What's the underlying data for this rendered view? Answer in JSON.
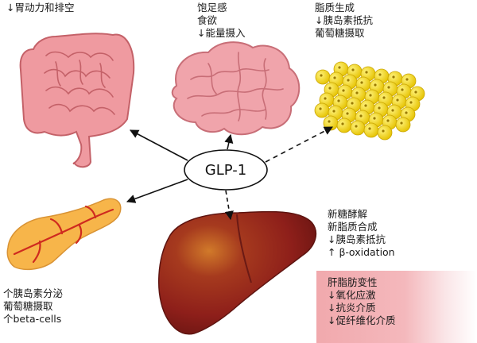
{
  "center": {
    "label": "GLP-1"
  },
  "gut": {
    "lines": [
      "↓胃动力和排空"
    ]
  },
  "brain": {
    "lines": [
      "饱足感",
      "食欲",
      "↓能量摄入"
    ]
  },
  "fat": {
    "lines": [
      "脂质生成",
      "↓胰岛素抵抗",
      "葡萄糖摄取"
    ]
  },
  "pancreas": {
    "lines": [
      "个胰岛素分泌",
      "葡萄糖摄取",
      "个beta-cells"
    ]
  },
  "liver": {
    "lines": [
      "新糖酵解",
      "新脂质合成",
      "↓胰岛素抵抗",
      "↑ β-oxidation"
    ]
  },
  "nafld": {
    "lines": [
      "肝脂肪变性",
      "↓氧化应激",
      "↓抗炎介质",
      "↓促纤维化介质"
    ]
  },
  "colors": {
    "intestine": "#ef9aa0",
    "intestine_line": "#c46168",
    "brain": "#f0a4ab",
    "brain_line": "#c86e77",
    "fat_cell": "#f3d21a",
    "fat_dot": "#9a7a00",
    "pancreas": "#f7b54a",
    "pancreas_vessel": "#cf2a1f",
    "liver": "#8e1f1a",
    "liver_highlight": "#c9661f",
    "nafld_box": "#f1a9ad"
  },
  "icons": [
    "intestine-icon",
    "brain-icon",
    "fat-cells-icon",
    "pancreas-icon",
    "liver-icon"
  ]
}
